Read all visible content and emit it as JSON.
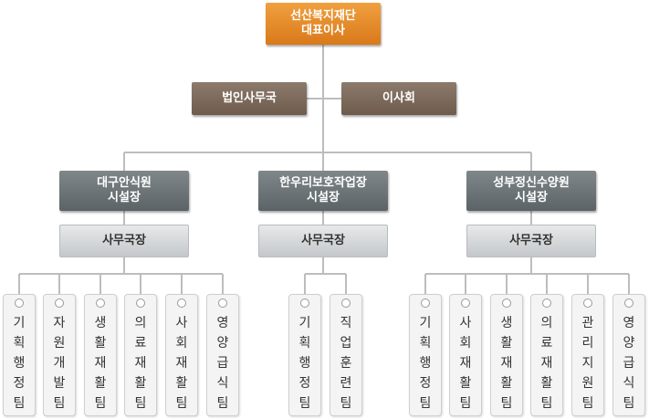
{
  "root": {
    "label": "선산복지재단\n대표이사"
  },
  "staff": [
    {
      "label": "법인사무국"
    },
    {
      "label": "이사회"
    }
  ],
  "facilities": [
    {
      "name": "대구안식원\n시설장",
      "office": "사무국장",
      "teams": [
        "기획행정팀",
        "자원개발팀",
        "생활재활팀",
        "의료재활팀",
        "사회재활팀",
        "영양급식팀"
      ]
    },
    {
      "name": "한우리보호작업장\n시설장",
      "office": "사무국장",
      "teams": [
        "기획행정팀",
        "직업훈련팀"
      ]
    },
    {
      "name": "성부정신수양원\n시설장",
      "office": "사무국장",
      "teams": [
        "기획행정팀",
        "사회재활팀",
        "생활재활팀",
        "의료재활팀",
        "관리지원팀",
        "영양급식팀"
      ]
    }
  ]
}
